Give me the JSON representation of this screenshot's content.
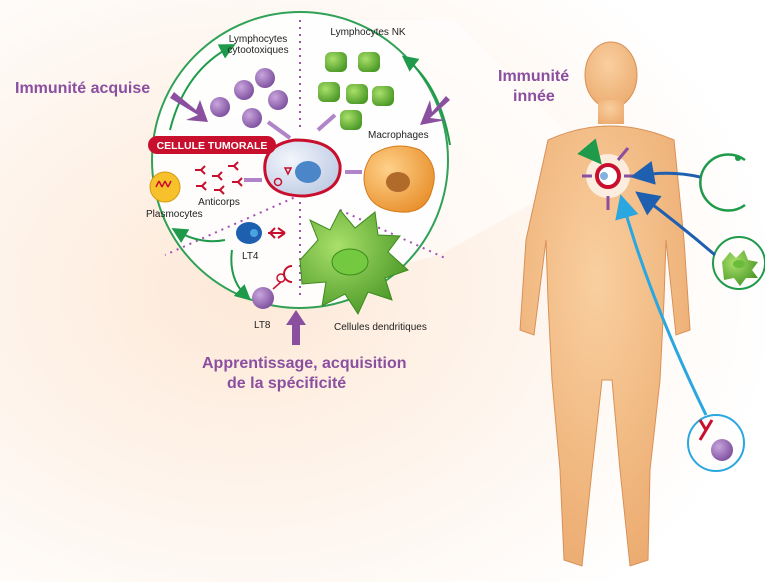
{
  "labels": {
    "immunite_acquise": "Immunité acquise",
    "immunite_innee_1": "Immunité",
    "immunite_innee_2": "innée",
    "lymph_cyto_1": "Lymphocytes",
    "lymph_cyto_2": "cytootoxiques",
    "lymph_nk": "Lymphocytes NK",
    "cellule_tumorale": "CELLULE TUMORALE",
    "macrophages": "Macrophages",
    "anticorps": "Anticorps",
    "plasmocytes": "Plasmocytes",
    "lt4": "LT4",
    "lt8": "LT8",
    "cellules_dendritiques": "Cellules dendritiques",
    "apprentissage_1": "Apprentissage, acquisition",
    "apprentissage_2": "de la spécificité"
  },
  "colors": {
    "purple_accent": "#8b4fa0",
    "green_arrow": "#1f9a4a",
    "blue_arrow": "#1f5fb0",
    "light_blue_arrow": "#2aa7e0",
    "tumor_red": "#c8102e",
    "skin": "#f4c08c",
    "background_glow": "#fbe3cf"
  },
  "icons": {
    "tumor_cell": "tumor-cell-icon",
    "macrophage": "macrophage-icon",
    "dendritic_cell": "dendritic-cell-icon",
    "nk_cell": "nk-cell-icon",
    "lymphocyte": "lymphocyte-icon",
    "antibody": "antibody-icon",
    "plasmocyte": "plasmocyte-icon",
    "human_body": "human-body-icon"
  }
}
